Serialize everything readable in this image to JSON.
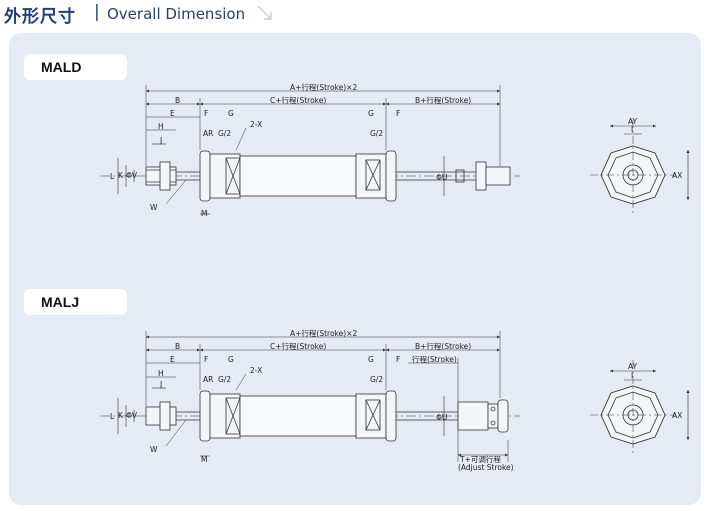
{
  "header": {
    "title_cn": "外形尺寸",
    "separator": "|",
    "title_en": "Overall Dimension"
  },
  "models": [
    {
      "label": "MALD"
    },
    {
      "label": "MALJ"
    }
  ],
  "dims": {
    "a_stroke_x2": "A+行程(Stroke)×2",
    "b": "B",
    "c_stroke": "C+行程(Stroke)",
    "b_stroke": "B+行程(Stroke)",
    "e": "E",
    "f": "F",
    "g": "G",
    "h": "H",
    "j": "J",
    "ar": "AR",
    "g2": "G/2",
    "two_x": "2-X",
    "l": "L",
    "k": "K",
    "v": "ΦV",
    "w": "W",
    "m": "M",
    "u": "ΦU",
    "ay": "AY",
    "i": "I",
    "ax": "AX",
    "stroke": "行程(Stroke)",
    "t_adjust_cn": "T+可调行程",
    "t_adjust_en": "(Adjust Stroke)"
  }
}
